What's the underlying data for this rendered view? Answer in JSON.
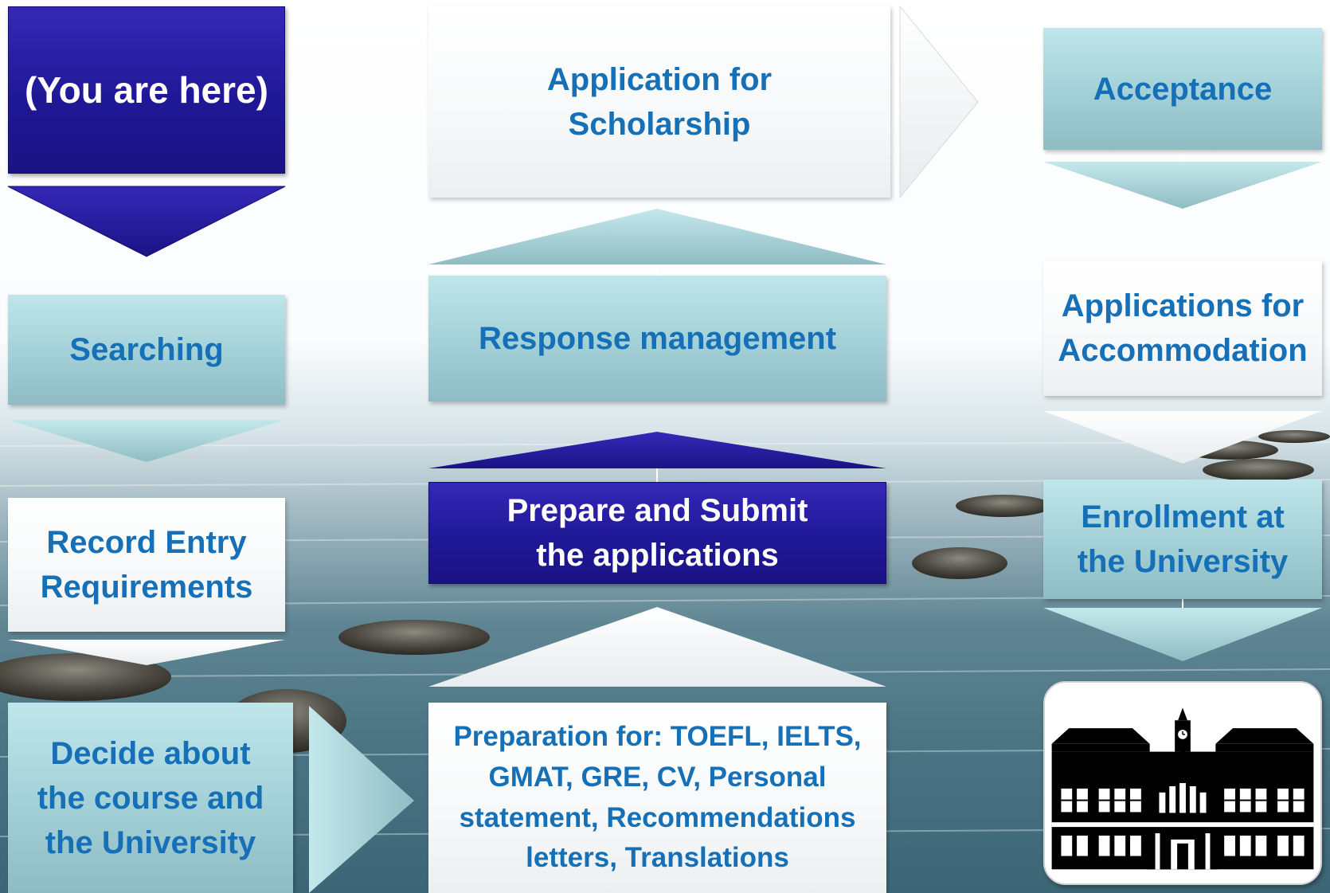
{
  "steps": {
    "you_are_here": "(You are here)",
    "searching": "Searching",
    "record_entry": [
      "Record Entry",
      "Requirements"
    ],
    "decide": [
      "Decide about",
      "the course and",
      "the University"
    ],
    "preparation": [
      "Preparation for: TOEFL, IELTS,",
      "GMAT, GRE, CV, Personal",
      "statement, Recommendations",
      "letters, Translations"
    ],
    "prepare_submit": [
      "Prepare and Submit",
      "the applications"
    ],
    "response": "Response management",
    "scholarship": [
      "Application for",
      "Scholarship"
    ],
    "acceptance": "Acceptance",
    "accommodation": [
      "Applications for",
      "Accommodation"
    ],
    "enrollment": [
      "Enrollment at",
      "the University"
    ]
  },
  "icons": {
    "building": "university-building-icon"
  },
  "colors": {
    "dark_blue": "#1f1896",
    "teal": "#a7d4da",
    "text_blue": "#1570b8"
  }
}
